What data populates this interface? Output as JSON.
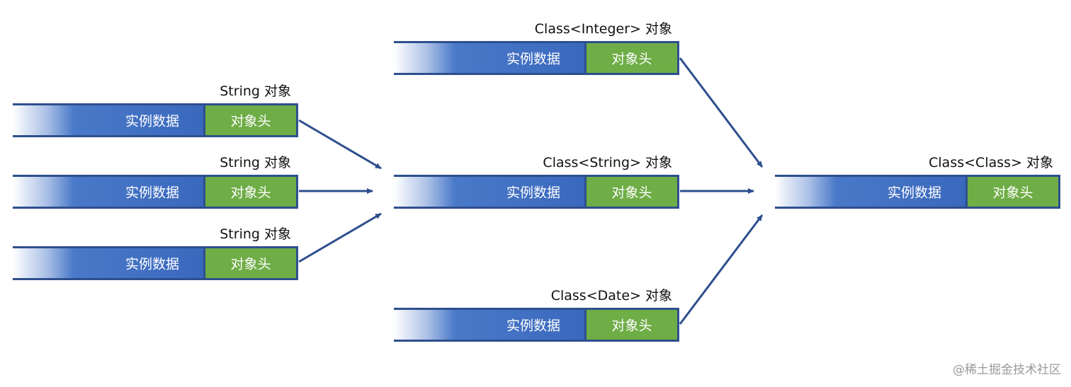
{
  "objects": [
    {
      "id": "string1",
      "title": "String 对象",
      "data_label": "实例数据",
      "header_label": "对象头"
    },
    {
      "id": "string2",
      "title": "String 对象",
      "data_label": "实例数据",
      "header_label": "对象头"
    },
    {
      "id": "string3",
      "title": "String 对象",
      "data_label": "实例数据",
      "header_label": "对象头"
    },
    {
      "id": "classInteger",
      "title": "Class<Integer> 对象",
      "data_label": "实例数据",
      "header_label": "对象头"
    },
    {
      "id": "classString",
      "title": "Class<String> 对象",
      "data_label": "实例数据",
      "header_label": "对象头"
    },
    {
      "id": "classDate",
      "title": "Class<Date> 对象",
      "data_label": "实例数据",
      "header_label": "对象头"
    },
    {
      "id": "classClass",
      "title": "Class<Class> 对象",
      "data_label": "实例数据",
      "header_label": "对象头"
    }
  ],
  "edges": [
    {
      "from": "string1",
      "to": "classString"
    },
    {
      "from": "string2",
      "to": "classString"
    },
    {
      "from": "string3",
      "to": "classString"
    },
    {
      "from": "classInteger",
      "to": "classClass"
    },
    {
      "from": "classString",
      "to": "classClass"
    },
    {
      "from": "classDate",
      "to": "classClass"
    }
  ],
  "colors": {
    "border": "#2e4f8e",
    "data_fill": "#3a68bd",
    "header_fill": "#6fad47",
    "arrow": "#2e4f8e"
  },
  "watermark": "@稀土掘金技术社区"
}
